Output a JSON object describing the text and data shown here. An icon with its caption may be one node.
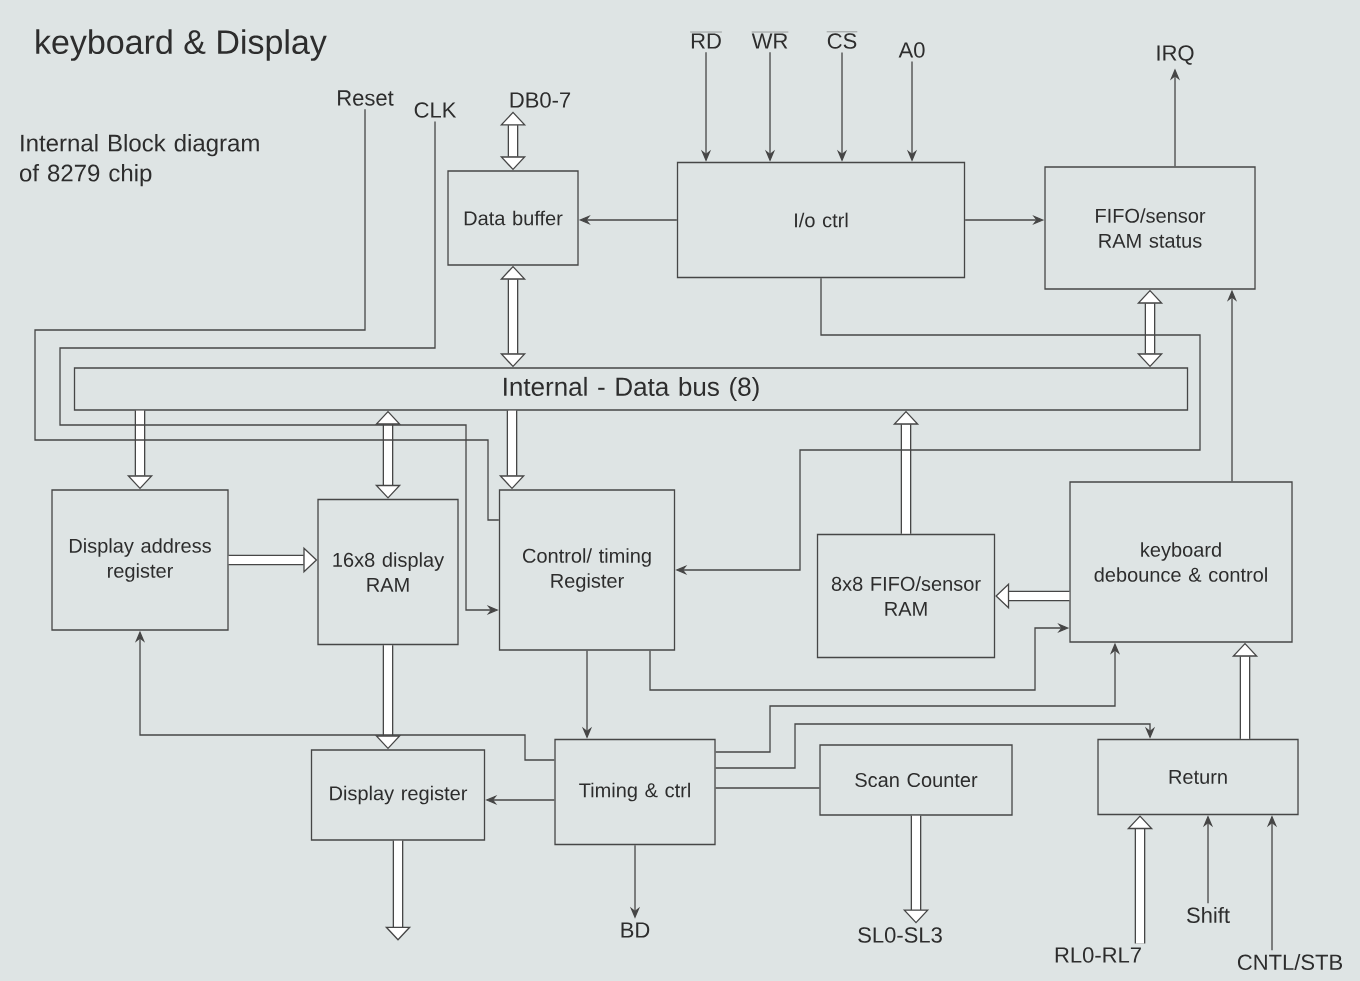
{
  "diagram": {
    "title": "keyboard & Display",
    "nodes": [
      {
        "text": [
          "Data buffer"
        ]
      },
      {
        "text": [
          "I/o ctrl"
        ]
      },
      {
        "text": [
          "FIFO/sensor RAM status"
        ]
      },
      {
        "text": [
          "Internal - Data bus (8)"
        ]
      },
      {
        "text": [
          "Display address register"
        ]
      },
      {
        "text": [
          "16x8 display RAM"
        ]
      },
      {
        "text": [
          "Control/ timing Register"
        ]
      },
      {
        "text": [
          "8x8 FIFO/sensor RAM"
        ]
      },
      {
        "text": [
          "keyboard debounce & control"
        ]
      },
      {
        "text": [
          "Display register"
        ]
      },
      {
        "text": [
          "Timing & ctrl"
        ]
      },
      {
        "text": [
          "Scan Counter"
        ]
      },
      {
        "text": [
          "Return"
        ]
      },
      {
        "text": [
          "Reset"
        ]
      },
      {
        "text": [
          "CLK"
        ]
      },
      {
        "text": [
          "DB0-7"
        ]
      },
      {
        "text": [
          "RD"
        ]
      },
      {
        "text": [
          "WR"
        ]
      },
      {
        "text": [
          "CS"
        ]
      },
      {
        "text": [
          "A0"
        ]
      },
      {
        "text": [
          "IRQ"
        ]
      },
      {
        "text": [
          "BD"
        ]
      },
      {
        "text": [
          "SL0-SL3"
        ]
      },
      {
        "text": [
          "RL0-RL7"
        ]
      },
      {
        "text": [
          "Shift"
        ]
      },
      {
        "text": [
          "CNTL/STB"
        ]
      }
    ],
    "edges": [
      {
        "from": 1,
        "to": 0,
        "arrow": "to"
      },
      {
        "from": 16,
        "to": 1,
        "arrow": "to"
      },
      {
        "from": 17,
        "to": 1,
        "arrow": "to"
      },
      {
        "from": 18,
        "to": 1,
        "arrow": "to"
      },
      {
        "from": 19,
        "to": 1,
        "arrow": "to"
      },
      {
        "from": 1,
        "to": 2,
        "arrow": "to"
      },
      {
        "from": 2,
        "to": 20,
        "arrow": "to"
      },
      {
        "from": 0,
        "to": 15,
        "arrow": "both",
        "style": "thick"
      },
      {
        "from": 0,
        "to": 3,
        "arrow": "both",
        "style": "thick"
      },
      {
        "from": 3,
        "to": 2,
        "arrow": "both",
        "style": "thick"
      },
      {
        "from": 3,
        "to": 4,
        "arrow": "to",
        "style": "thick"
      },
      {
        "from": 3,
        "to": 5,
        "arrow": "both",
        "style": "thick"
      },
      {
        "from": 3,
        "to": 6,
        "arrow": "to",
        "style": "thick"
      },
      {
        "from": 7,
        "to": 3,
        "arrow": "to",
        "style": "thick"
      },
      {
        "from": 1,
        "to": 6,
        "arrow": "to"
      },
      {
        "from": 13,
        "to": 6,
        "arrow": "none"
      },
      {
        "from": 14,
        "to": 6,
        "arrow": "to"
      },
      {
        "from": 4,
        "to": 5,
        "arrow": "to",
        "style": "thick"
      },
      {
        "from": 5,
        "to": 9,
        "arrow": "to",
        "style": "thick"
      },
      {
        "from": 6,
        "to": 10,
        "arrow": "to"
      },
      {
        "from": 10,
        "to": 4,
        "arrow": "to"
      },
      {
        "from": 10,
        "to": 9,
        "arrow": "to"
      },
      {
        "from": 10,
        "to": 21,
        "arrow": "to"
      },
      {
        "from": 6,
        "to": 8,
        "arrow": "to"
      },
      {
        "from": 10,
        "to": 8,
        "arrow": "to"
      },
      {
        "from": 10,
        "to": 12,
        "arrow": "to"
      },
      {
        "from": 10,
        "to": 11,
        "arrow": "none"
      },
      {
        "from": 8,
        "to": 7,
        "arrow": "to",
        "style": "thick"
      },
      {
        "from": 8,
        "to": 2,
        "arrow": "to"
      },
      {
        "from": 12,
        "to": 8,
        "arrow": "to",
        "style": "thick"
      },
      {
        "from": 11,
        "to": 22,
        "arrow": "to",
        "style": "thick"
      },
      {
        "from": 23,
        "to": 12,
        "arrow": "to",
        "style": "thick"
      },
      {
        "from": 24,
        "to": 12,
        "arrow": "to"
      },
      {
        "from": 25,
        "to": 12,
        "arrow": "to"
      },
      {
        "from": 9,
        "to": null,
        "arrow": "to",
        "style": "thick"
      }
    ],
    "labels": [
      "Internal Block diagram of 8279 chip"
    ]
  }
}
